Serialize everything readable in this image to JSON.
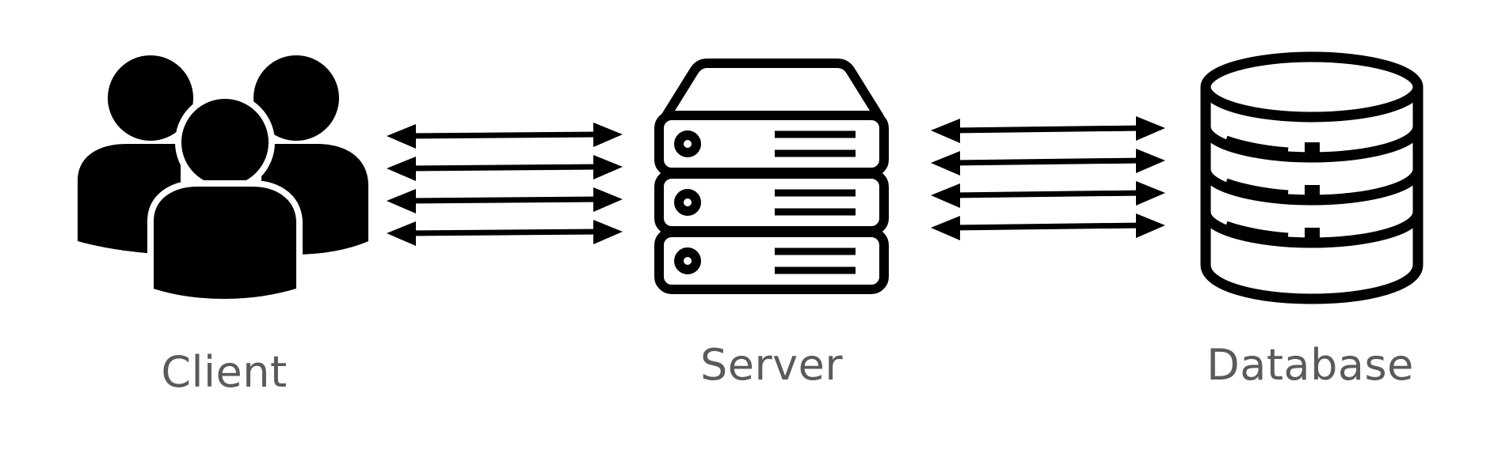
{
  "nodes": {
    "client": {
      "label": "Client",
      "icon": "users-group-icon"
    },
    "server": {
      "label": "Server",
      "icon": "server-rack-icon"
    },
    "database": {
      "label": "Database",
      "icon": "database-cylinder-icon"
    }
  },
  "connections": [
    {
      "from": "client",
      "to": "server",
      "arrows": 4,
      "direction": "bidirectional"
    },
    {
      "from": "server",
      "to": "database",
      "arrows": 4,
      "direction": "bidirectional"
    }
  ],
  "colors": {
    "icon": "#000000",
    "label": "#5a5a5a",
    "background": "#ffffff"
  }
}
